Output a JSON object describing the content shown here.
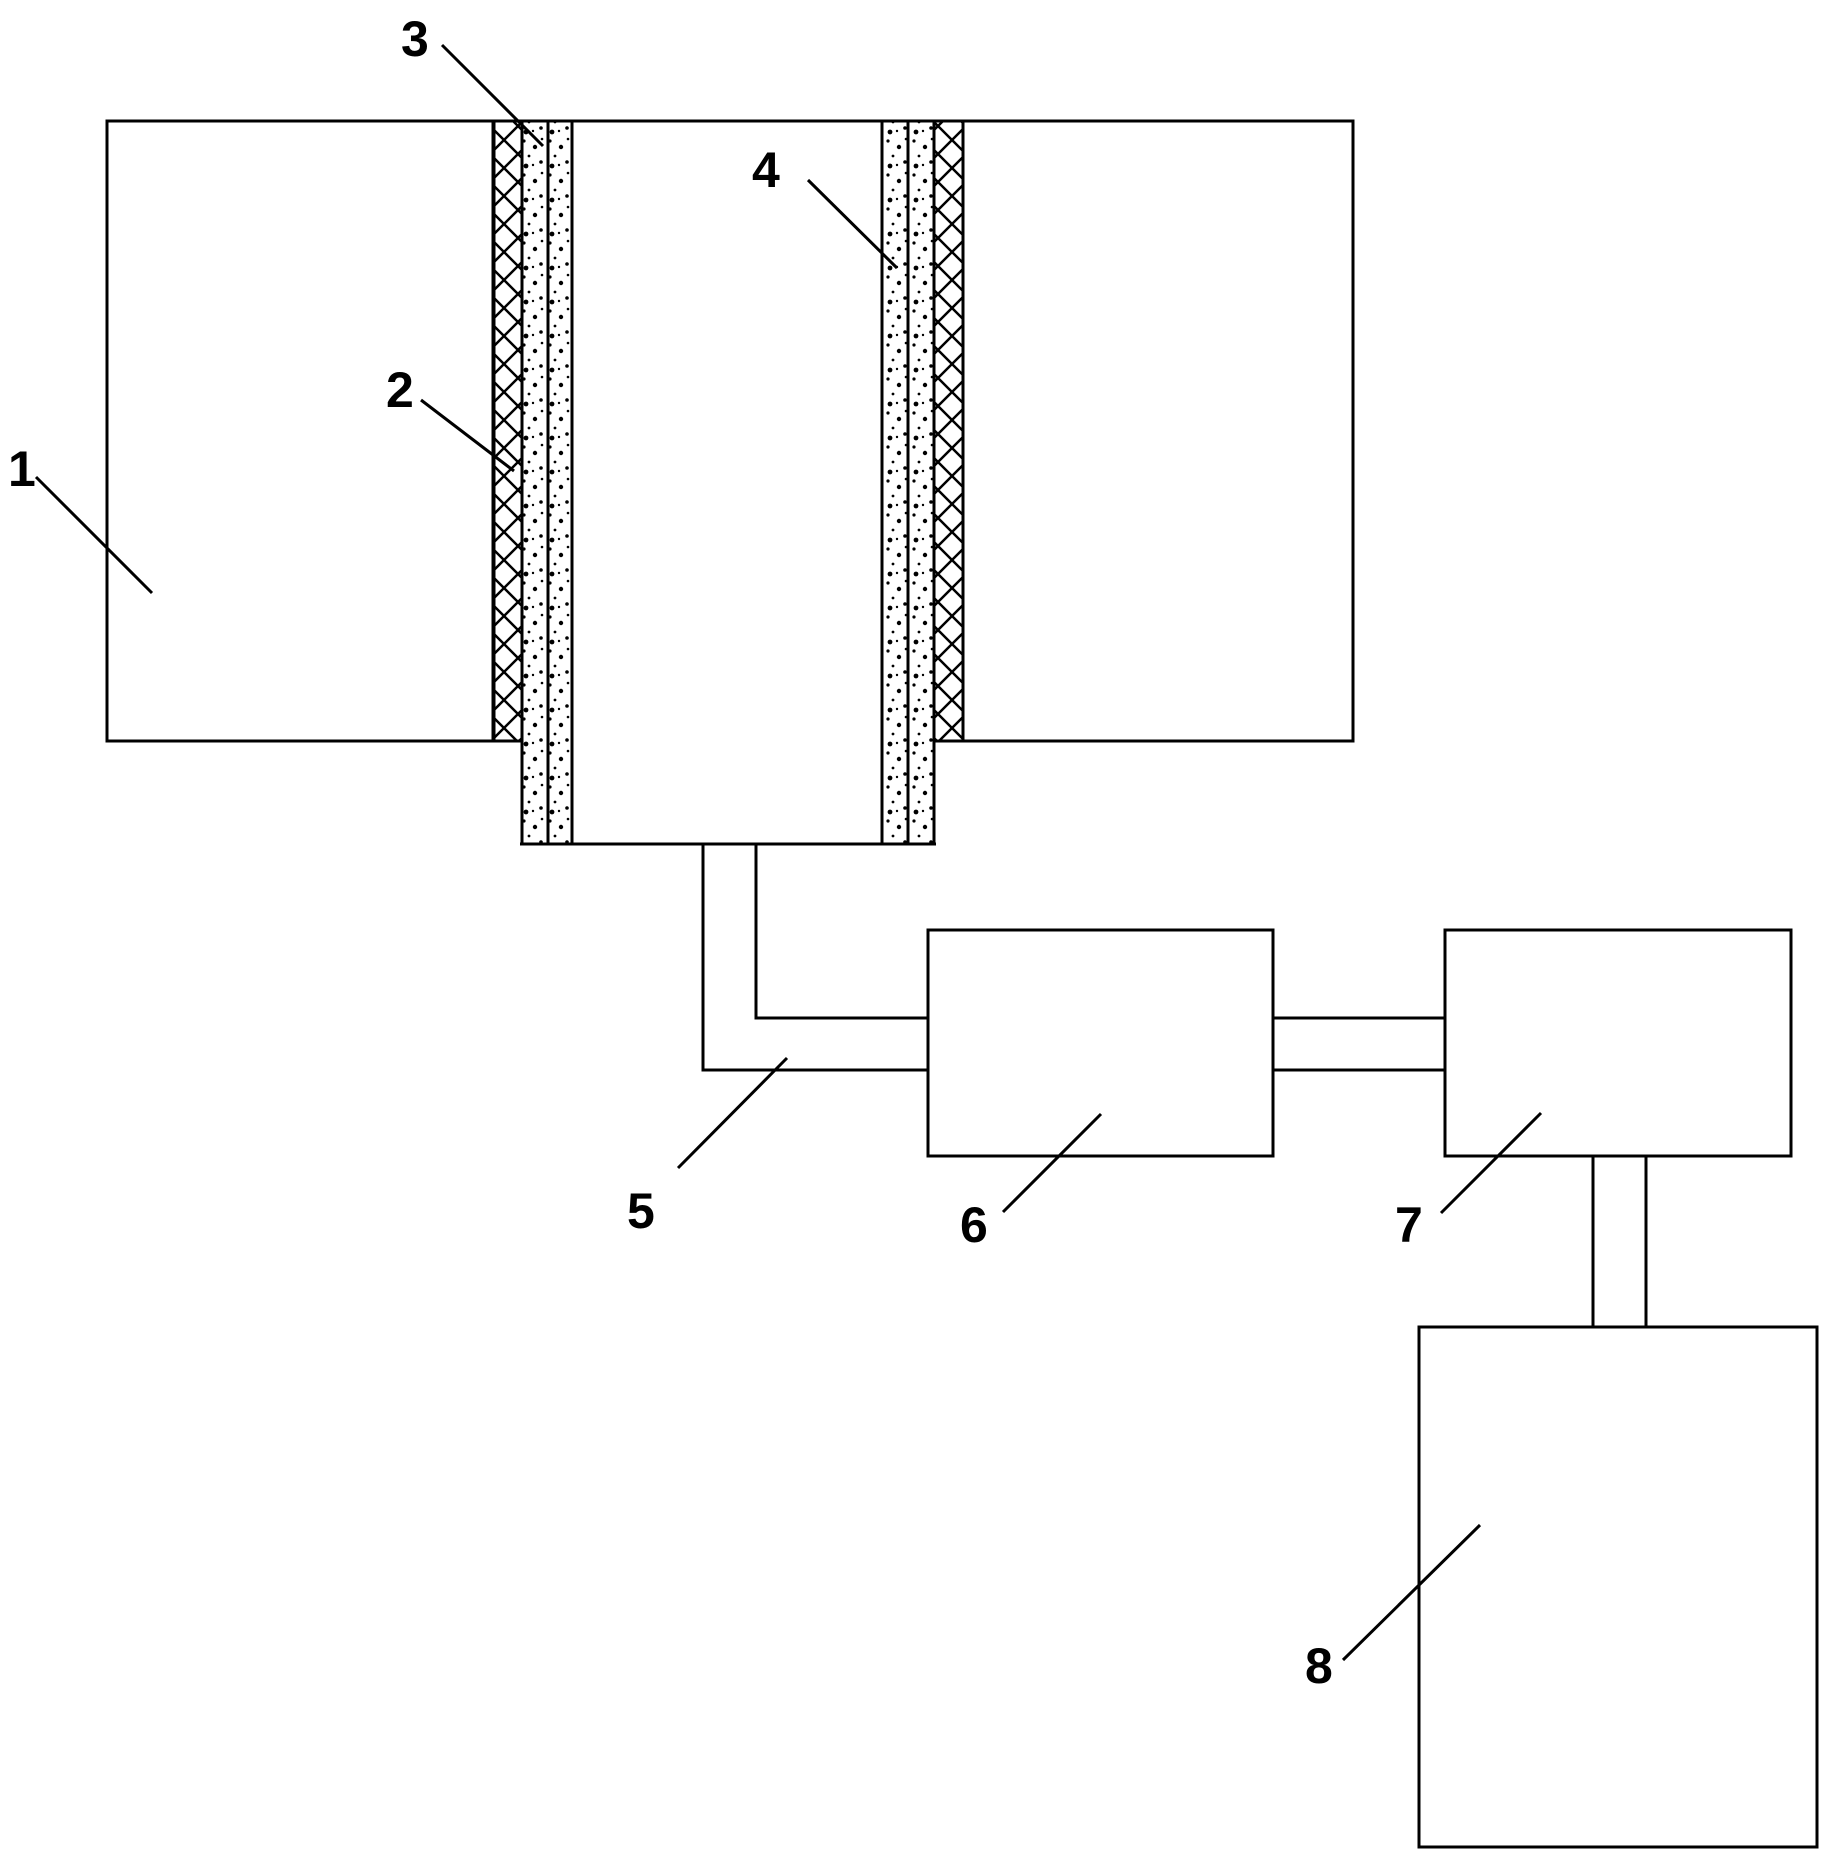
{
  "figure": {
    "labels": [
      "1",
      "2",
      "3",
      "4",
      "5",
      "6",
      "7",
      "8"
    ]
  }
}
